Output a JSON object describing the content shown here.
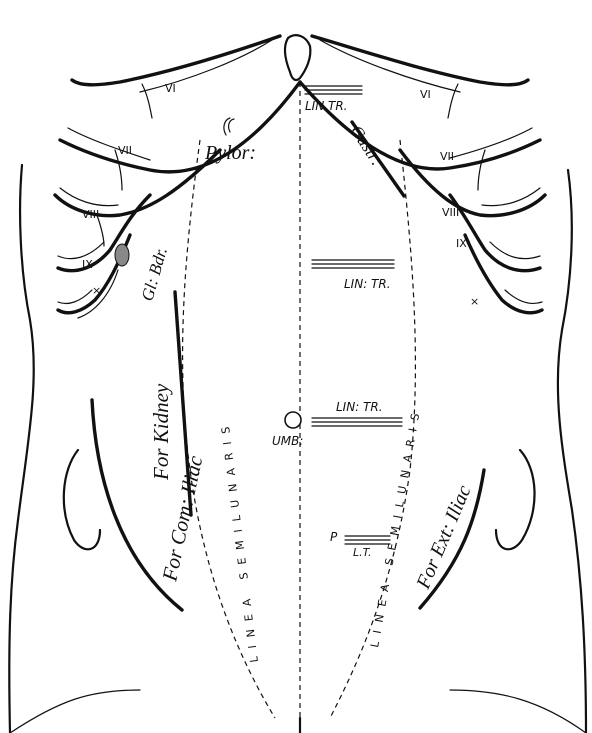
{
  "ribs": {
    "right": [
      "VI",
      "VII",
      "VIII",
      "IX",
      "×"
    ],
    "left": [
      "VI",
      "VII",
      "VIII",
      "IX",
      "×"
    ]
  },
  "labels": {
    "pylor": "Pylor:",
    "gastr": "Gastr:",
    "gl_bdr": "Gl: Bdr.",
    "lin_tr_top": "LIN.TR.",
    "lin_tr_mid": "LIN: TR.",
    "lin_tr_umb": "LIN: TR.",
    "umb": "UMB:",
    "p": "P",
    "lt": "L.T.",
    "for_kidney": "For Kidney",
    "for_com_iliac": "For Com: Iliac",
    "for_ext_iliac": "For Ext: Iliac",
    "linea_semilunaris": "LINEA SEMILUNARIS"
  }
}
